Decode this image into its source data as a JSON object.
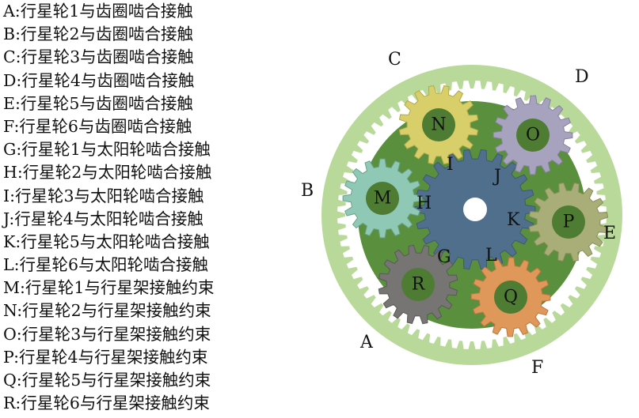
{
  "legend": [
    "A:行星轮1与齿圈啮合接触",
    "B:行星轮2与齿圈啮合接触",
    "C:行星轮3与齿圈啮合接触",
    "D:行星轮4与齿圈啮合接触",
    "E:行星轮5与齿圈啮合接触",
    "F:行星轮6与齿圈啮合接触",
    "G:行星轮1与太阳轮啮合接触",
    "H:行星轮2与太阳轮啮合接触",
    "I:行星轮3与太阳轮啮合接触",
    "J:行星轮4与太阳轮啮合接触",
    "K:行星轮5与太阳轮啮合接触",
    "L:行星轮6与太阳轮啮合接触",
    "M:行星轮1与行星架接触约束",
    "N:行星轮2与行星架接触约束",
    "O:行星轮3与行星架接触约束",
    "P:行星轮4与行星架接触约束",
    "Q:行星轮5与行星架接触约束",
    "R:行星轮6与行星架接触约束"
  ],
  "diagram": {
    "ring_contacts": [
      "A",
      "B",
      "C",
      "D",
      "E",
      "F"
    ],
    "sun_contacts": [
      "G",
      "H",
      "I",
      "J",
      "K",
      "L"
    ],
    "planets": [
      {
        "label": "M",
        "color": "#8fc8b4"
      },
      {
        "label": "N",
        "color": "#d9cf6a"
      },
      {
        "label": "O",
        "color": "#a7a3bf"
      },
      {
        "label": "P",
        "color": "#a9ae78"
      },
      {
        "label": "Q",
        "color": "#e0975a"
      },
      {
        "label": "R",
        "color": "#777474"
      }
    ],
    "colors": {
      "ring_outer": "#b9d99a",
      "ring_inner": "#ffffff",
      "carrier": "#5a8f3e",
      "sun": "#4f6f8c",
      "hub": "#4d7c32"
    }
  }
}
